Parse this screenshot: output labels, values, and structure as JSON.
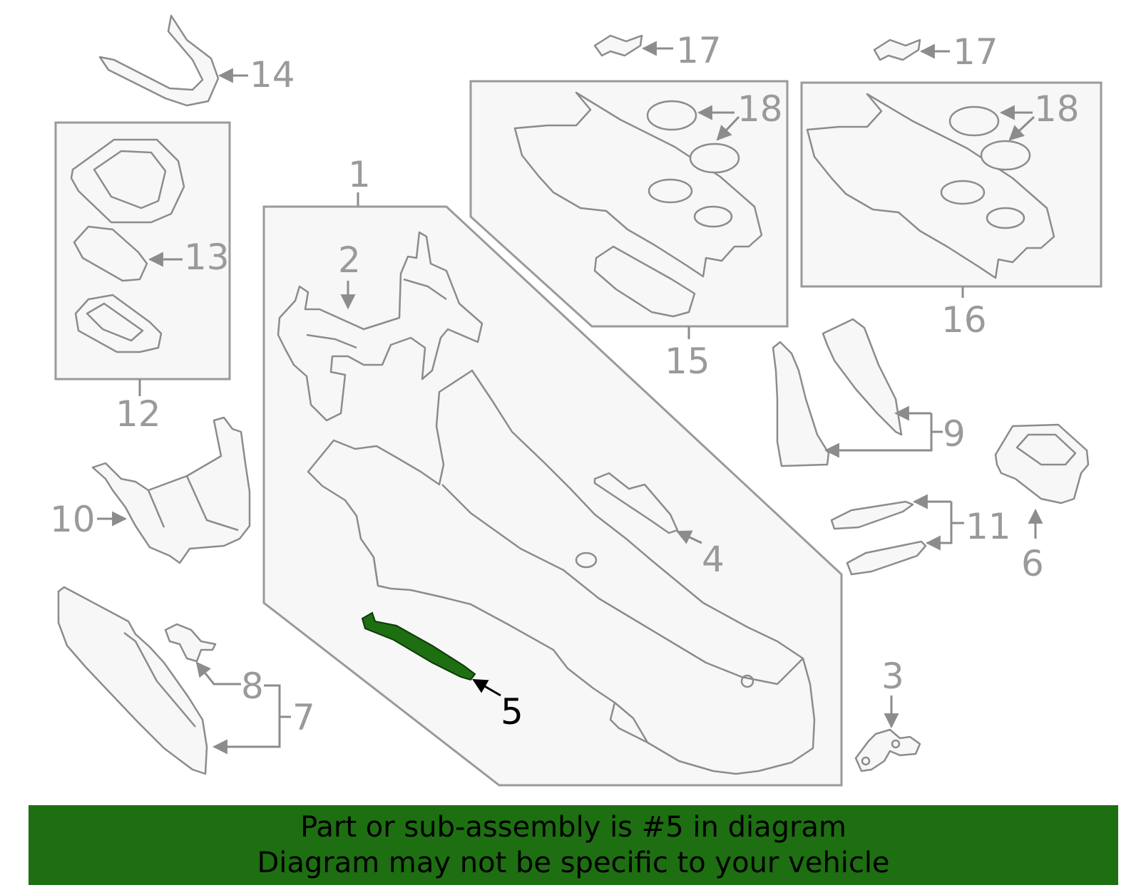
{
  "diagram": {
    "highlight_color": "#1e6e12",
    "callouts": {
      "c1": "1",
      "c2": "2",
      "c3": "3",
      "c4": "4",
      "c5": "5",
      "c6": "6",
      "c7": "7",
      "c8": "8",
      "c9": "9",
      "c10": "10",
      "c11": "11",
      "c12": "12",
      "c13": "13",
      "c14": "14",
      "c15": "15",
      "c16": "16",
      "c17a": "17",
      "c17b": "17",
      "c18a": "18",
      "c18b": "18"
    }
  },
  "banner": {
    "line1": "Part or sub-assembly is #5 in diagram",
    "line2": "Diagram may not be specific to your vehicle",
    "background": "#1e6e12"
  }
}
